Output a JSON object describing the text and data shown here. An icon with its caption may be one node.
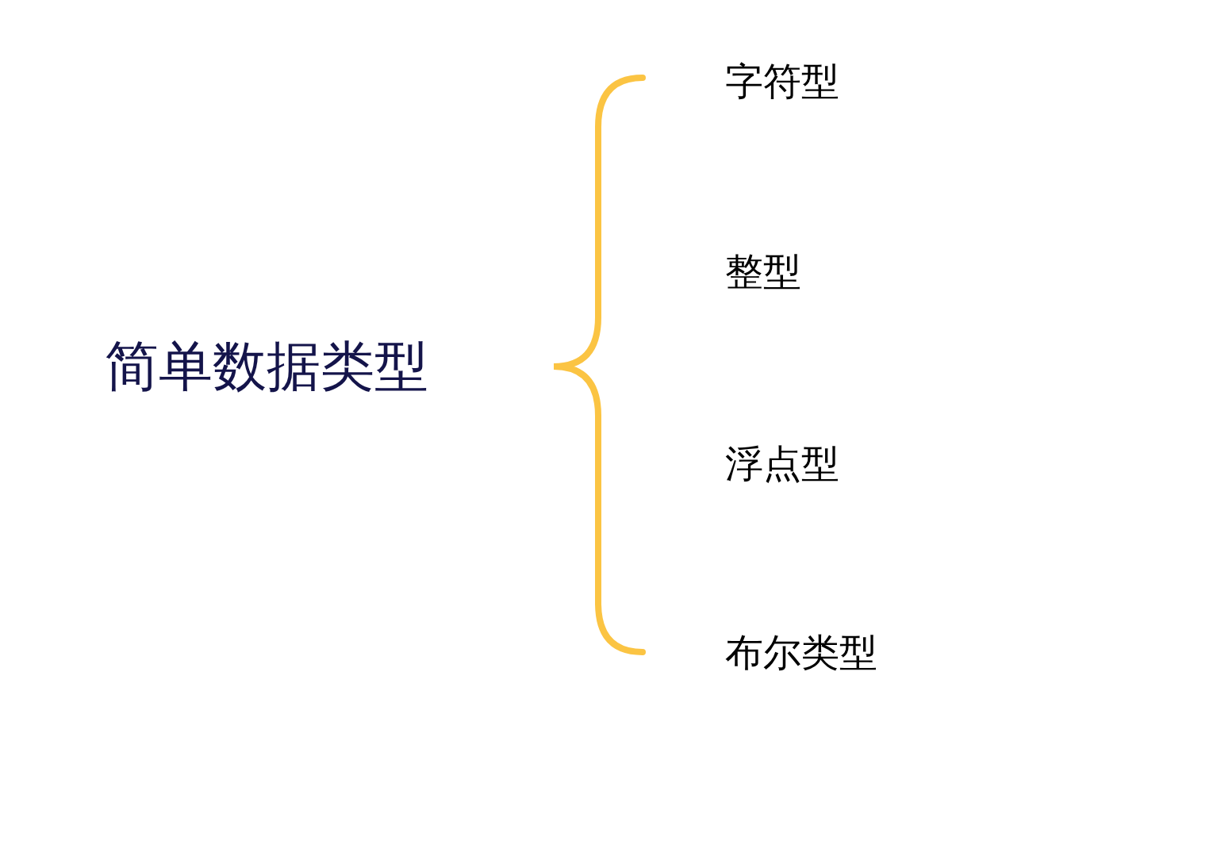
{
  "diagram": {
    "nodes": [
      {
        "text": [
          "简单数据类型"
        ]
      },
      {
        "text": [
          "字符型"
        ]
      },
      {
        "text": [
          "整型"
        ]
      },
      {
        "text": [
          "浮点型"
        ]
      },
      {
        "text": [
          "布尔类型"
        ]
      }
    ]
  }
}
